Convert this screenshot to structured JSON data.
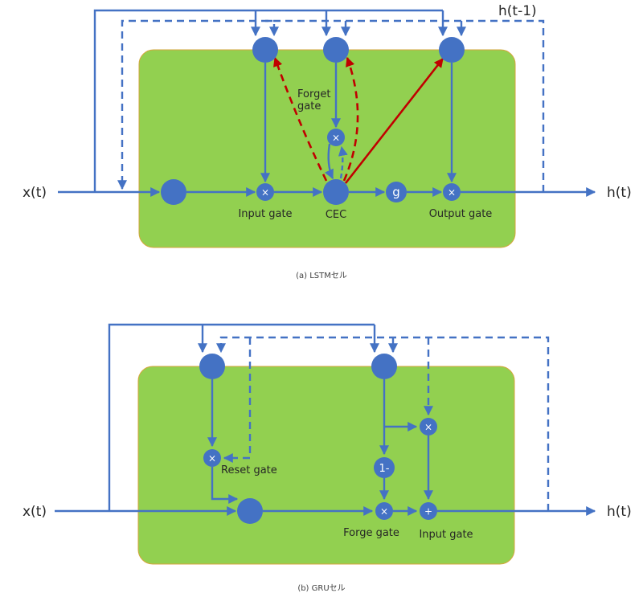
{
  "colors": {
    "line_blue": "#4472C4",
    "cell_green": "#92D050",
    "peephole_red": "#C00000"
  },
  "lstm": {
    "caption": "(a) LSTMセル",
    "input_label": "x(t)",
    "output_label": "h(t)",
    "recurrent_label": "h(t-1)",
    "gates": {
      "forget": "Forget\ngate",
      "forget_line1": "Forget",
      "forget_line2": "gate",
      "input": "Input gate",
      "cec": "CEC",
      "output": "Output gate"
    },
    "symbols": {
      "multiply": "×",
      "activation": "g"
    }
  },
  "gru": {
    "caption": "(b) GRUセル",
    "input_label": "x(t)",
    "output_label": "h(t)",
    "gates": {
      "reset": "Reset gate",
      "forge": "Forge gate",
      "input": "Input gate"
    },
    "symbols": {
      "multiply": "×",
      "add": "+",
      "one_minus": "1-"
    }
  }
}
